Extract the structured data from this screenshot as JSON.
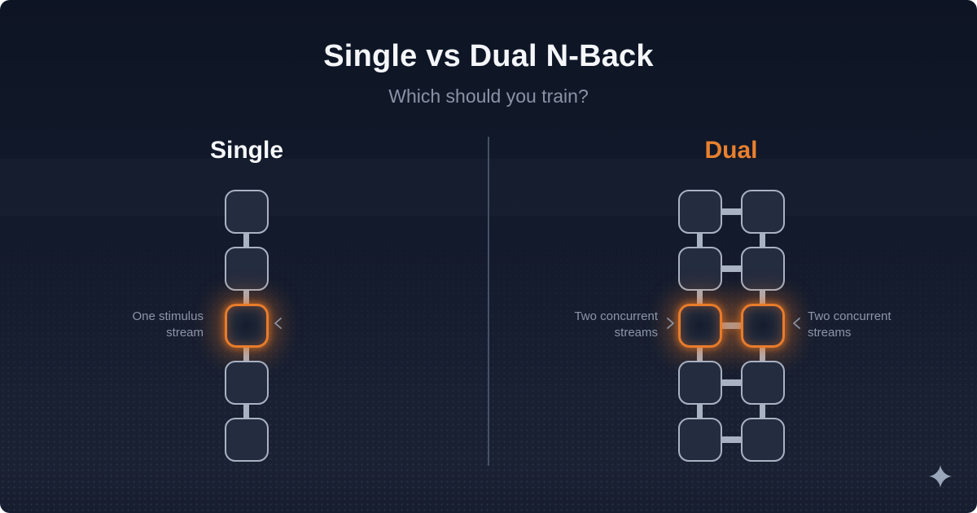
{
  "header": {
    "title": "Single vs Dual N-Back",
    "subtitle": "Which should you train?"
  },
  "single": {
    "heading": "Single",
    "stream_label": "One stimulus stream",
    "cell_count": 5,
    "highlighted_cell": 3
  },
  "dual": {
    "heading": "Dual",
    "left_stream_label": "Two concurrent streams",
    "right_stream_label": "Two concurrent streams",
    "rows": 5,
    "columns": 2,
    "highlighted_row": 3
  },
  "colors": {
    "accent_orange": "#e97c2a",
    "card_background": "#131a2c",
    "cell_border": "#a9b2c2",
    "cell_fill": "#242c3f",
    "heading_text": "#f4f6fa",
    "muted_text": "#8d96a8"
  },
  "icons": {
    "footer_logo": "sparkle-icon",
    "single_pointer": "chevron-left-icon",
    "dual_left_pointer": "chevron-right-icon",
    "dual_right_pointer": "chevron-left-icon"
  }
}
